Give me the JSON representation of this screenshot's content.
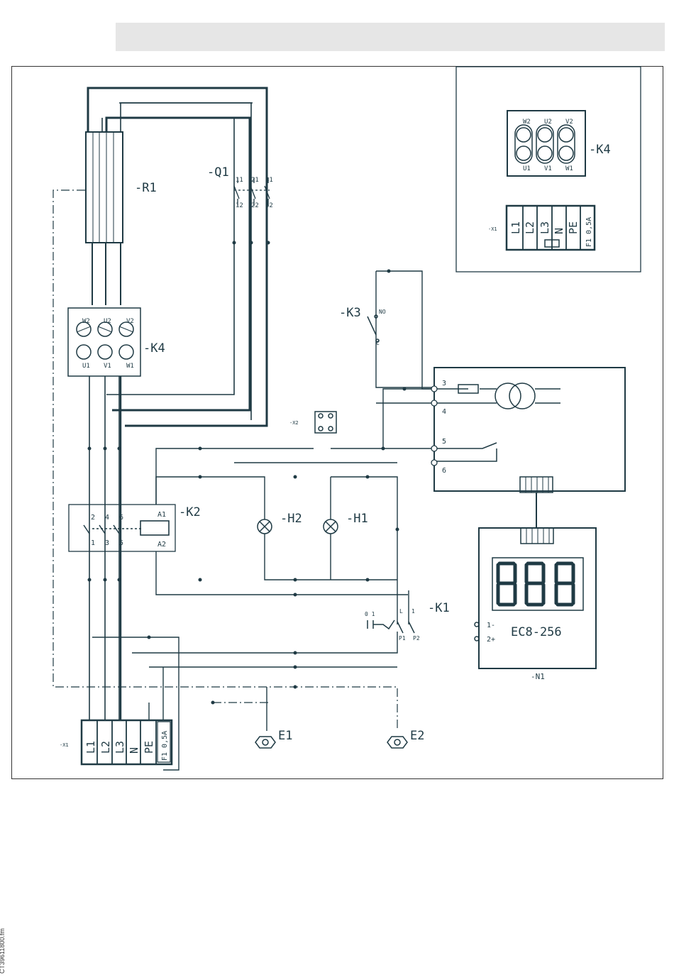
{
  "labels": {
    "r1": "-R1",
    "q1": "-Q1",
    "k4": "-K4",
    "k4_inset": "-K4",
    "k3": "-K3",
    "k2": "-K2",
    "h2": "-H2",
    "h1": "-H1",
    "k1": "-K1",
    "e1": "E1",
    "e2": "E2",
    "n1": "-N1",
    "x1": "-X1",
    "x1_inset": "-X1",
    "x2": "-X2"
  },
  "k4_terminals": {
    "top": [
      "W2",
      "U2",
      "V2"
    ],
    "bottom": [
      "U1",
      "V1",
      "W1"
    ]
  },
  "q1_contacts": {
    "top": [
      "11",
      "21",
      "31"
    ],
    "bottom": [
      "12",
      "22",
      "32"
    ]
  },
  "k2_contacts": {
    "top": [
      "2",
      "4",
      "6"
    ],
    "bottom": [
      "1",
      "3",
      "5"
    ],
    "coil_top": "A1",
    "coil_bottom": "A2"
  },
  "k3_contacts": {
    "no": "NO",
    "c": "C"
  },
  "k1_contacts": {
    "selector": "0 1",
    "l": "L",
    "one": "1",
    "p1": "P1",
    "p2": "P2"
  },
  "x1_terminals": [
    "L1",
    "L2",
    "L3",
    "N",
    "PE",
    "F1 0,5A"
  ],
  "n1_pins": [
    "3",
    "4",
    "5",
    "6"
  ],
  "n1_model": "EC8-256",
  "n1_inputs": [
    "1-",
    "2+"
  ],
  "footer": "CT39611800.fm",
  "colors": {
    "line": "#1f3a44",
    "thin": "#6b8a96",
    "header_bar": "#e6e6e6"
  }
}
